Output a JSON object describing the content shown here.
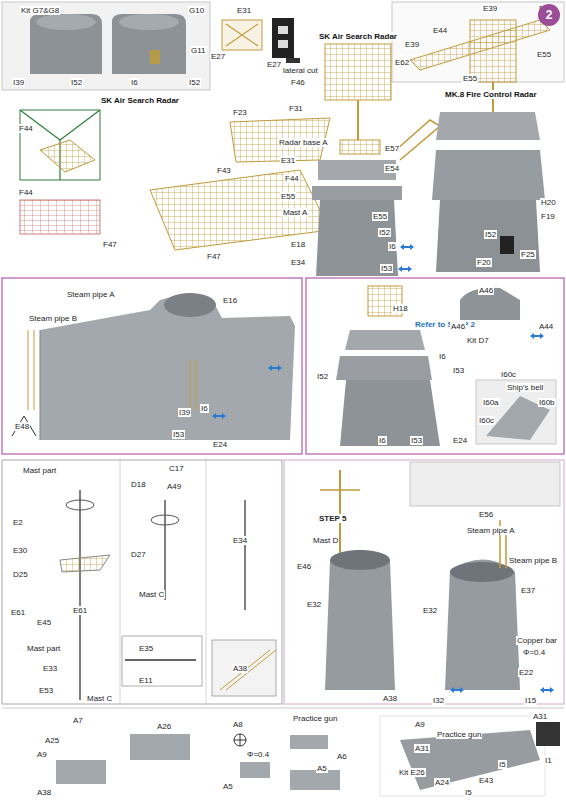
{
  "diagram": {
    "nodes": [
      {
        "text": [
          "2"
        ]
      }
    ],
    "labels": [
      "Kit G7&G8",
      "G10",
      "G11",
      "I39",
      "I52",
      "I6",
      "I52",
      "E31",
      "E27",
      "E27",
      "lateral cut",
      "SK Air Search Radar",
      "F46",
      "E39",
      "E62",
      "E44",
      "E39",
      "E62",
      "E55",
      "E55",
      "SK Air Search Radar",
      "F44",
      "F23",
      "F31",
      "F44",
      "F43",
      "F47",
      "F47",
      "MK.8 Fire Control Radar",
      "Radar base A",
      "E31",
      "F44",
      "E57",
      "E54",
      "E55",
      "Mast A",
      "E55",
      "E18",
      "I52",
      "E34",
      "I6",
      "I53",
      "H20",
      "F19",
      "I52",
      "F25",
      "F20",
      "Steam pipe A",
      "E16",
      "Steam pipe B",
      "I39",
      "I6",
      "I53",
      "E24",
      "E48",
      "A46",
      "H18",
      "Refer to STEP 2",
      "A46",
      "A44",
      "Kit D7",
      "I6",
      "I53",
      "I52",
      "I60c",
      "Ship's bell",
      "I60a",
      "I60b",
      "I60c",
      "I6",
      "I53",
      "E24",
      "Mast part",
      "C17",
      "D18",
      "A49",
      "E2",
      "E30",
      "D25",
      "D27",
      "E34",
      "Mast C",
      "E61",
      "E61",
      "E45",
      "Mast part",
      "E35",
      "E33",
      "E11",
      "A38",
      "E53",
      "Mast C",
      "E56",
      "STEP 5",
      "Steam pipe A",
      "Mast D",
      "E46",
      "Steam pipe B",
      "E37",
      "E32",
      "E32",
      "Copper bar",
      "Φ=0.4",
      "E22",
      "A38",
      "I32",
      "I15",
      "A7",
      "A25",
      "A26",
      "A8",
      "Practice gun",
      "A9",
      "A31",
      "Practice gun",
      "A6",
      "A31",
      "Φ=0.4",
      "I1",
      "I5",
      "A5",
      "A9",
      "Kit E26",
      "A24",
      "E43",
      "A5",
      "A38",
      "I5"
    ]
  }
}
